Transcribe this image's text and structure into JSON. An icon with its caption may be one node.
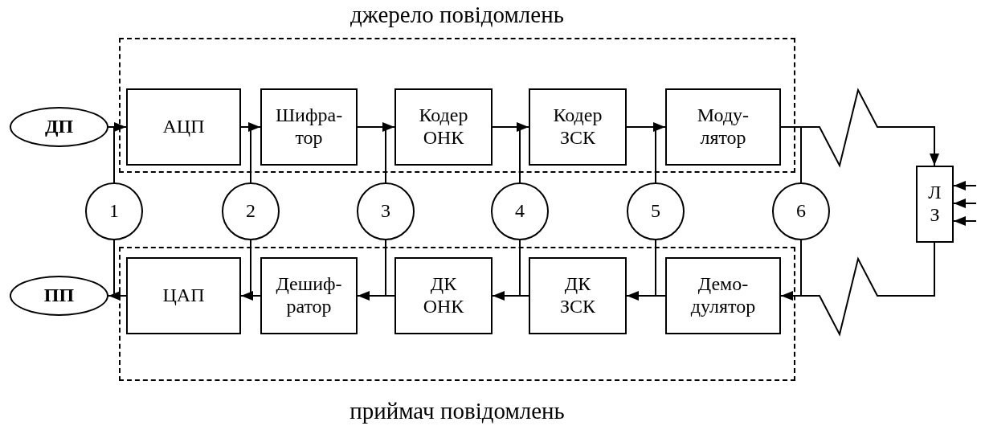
{
  "diagram": {
    "nodes": [
      {
        "text": [
          "джерело повідомлень"
        ]
      },
      {
        "text": [
          "ДП"
        ]
      },
      {
        "text": [
          "АЦП"
        ],
        "in": 0
      },
      {
        "text": [
          "Шифра- тор"
        ],
        "in": 0
      },
      {
        "text": [
          "Кодер ОНК"
        ],
        "in": 0
      },
      {
        "text": [
          "Кодер ЗСК"
        ],
        "in": 0
      },
      {
        "text": [
          "Моду- лятор"
        ],
        "in": 0
      },
      {
        "text": [
          "Л З"
        ]
      },
      {
        "text": [
          "приймач повідомлень"
        ]
      },
      {
        "text": [
          "ПП"
        ]
      },
      {
        "text": [
          "ЦАП"
        ],
        "in": 8
      },
      {
        "text": [
          "Дешиф- ратор"
        ],
        "in": 8
      },
      {
        "text": [
          "ДК ОНК"
        ],
        "in": 8
      },
      {
        "text": [
          "ДК ЗСК"
        ],
        "in": 8
      },
      {
        "text": [
          "Демо- дулятор"
        ],
        "in": 8
      },
      {
        "text": [
          "1"
        ]
      },
      {
        "text": [
          "2"
        ]
      },
      {
        "text": [
          "3"
        ]
      },
      {
        "text": [
          "4"
        ]
      },
      {
        "text": [
          "5"
        ]
      },
      {
        "text": [
          "6"
        ]
      }
    ],
    "edges": [
      {
        "from": 1,
        "to": 2,
        "arrow": "to"
      },
      {
        "from": 2,
        "to": 3,
        "arrow": "to"
      },
      {
        "from": 3,
        "to": 4,
        "arrow": "to"
      },
      {
        "from": 4,
        "to": 5,
        "arrow": "to"
      },
      {
        "from": 5,
        "to": 6,
        "arrow": "to"
      },
      {
        "from": 6,
        "to": 7,
        "arrow": "to"
      },
      {
        "from": 7,
        "to": 14,
        "arrow": "to"
      },
      {
        "from": 14,
        "to": 13,
        "arrow": "to"
      },
      {
        "from": 13,
        "to": 12,
        "arrow": "to"
      },
      {
        "from": 12,
        "to": 11,
        "arrow": "to"
      },
      {
        "from": 11,
        "to": 10,
        "arrow": "to"
      },
      {
        "from": 10,
        "to": 9,
        "arrow": "to"
      },
      {
        "from": null,
        "to": 7,
        "arrow": "to"
      },
      {
        "from": null,
        "to": 7,
        "arrow": "to"
      },
      {
        "from": null,
        "to": 7,
        "arrow": "to"
      },
      {
        "from": 15,
        "to": 1,
        "arrow": "none"
      },
      {
        "from": 15,
        "to": 9,
        "arrow": "none"
      },
      {
        "from": 16,
        "to": 3,
        "arrow": "none"
      },
      {
        "from": 16,
        "to": 11,
        "arrow": "none"
      },
      {
        "from": 17,
        "to": 4,
        "arrow": "none"
      },
      {
        "from": 17,
        "to": 12,
        "arrow": "none"
      },
      {
        "from": 18,
        "to": 5,
        "arrow": "none"
      },
      {
        "from": 18,
        "to": 13,
        "arrow": "none"
      },
      {
        "from": 19,
        "to": 6,
        "arrow": "none"
      },
      {
        "from": 19,
        "to": 14,
        "arrow": "none"
      },
      {
        "from": 20,
        "to": 6,
        "arrow": "none"
      },
      {
        "from": 20,
        "to": 14,
        "arrow": "none"
      }
    ]
  }
}
